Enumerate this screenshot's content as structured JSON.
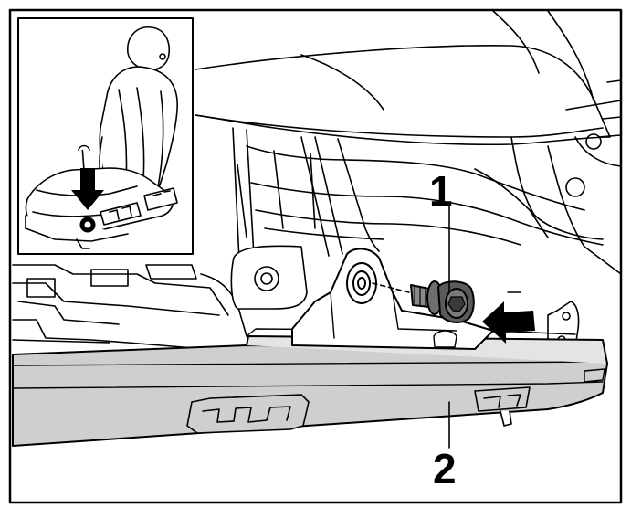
{
  "callouts": [
    {
      "number": "1",
      "part": "bolt"
    },
    {
      "number": "2",
      "part": "seat-rail"
    }
  ],
  "colors": {
    "rail_fill": "#cfcfcf",
    "line": "#000000",
    "background": "#ffffff"
  },
  "icons": [
    "seat-inset-icon",
    "arrow-down-icon",
    "arrow-left-icon",
    "bolt-icon"
  ]
}
